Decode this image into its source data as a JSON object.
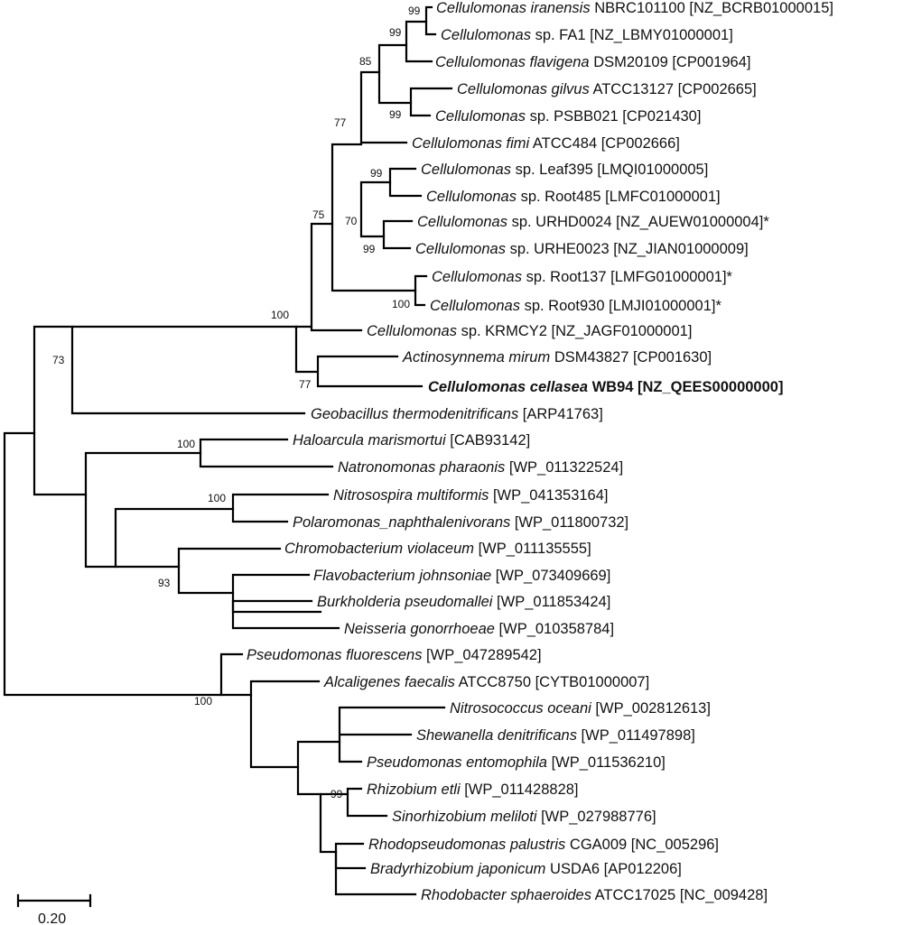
{
  "leaves": {
    "iranensis": {
      "genus": "Cellulomonas iranensis",
      "rest": "NBRC101100 [NZ_BCRB01000015]"
    },
    "fa1": {
      "genus": "Cellulomonas",
      "rest": "sp. FA1 [NZ_LBMY01000001]"
    },
    "flavigena": {
      "genus": "Cellulomonas flavigena",
      "rest": "DSM20109 [CP001964]"
    },
    "gilvus": {
      "genus": "Cellulomonas gilvus",
      "rest": "ATCC13127 [CP002665]"
    },
    "psbb021": {
      "genus": "Cellulomonas",
      "rest": "sp. PSBB021 [CP021430]"
    },
    "fimi": {
      "genus": "Cellulomonas fimi",
      "rest": "ATCC484 [CP002666]"
    },
    "leaf395": {
      "genus": "Cellulomonas",
      "rest": "sp. Leaf395 [LMQI01000005]"
    },
    "root485": {
      "genus": "Cellulomonas",
      "rest": "sp. Root485 [LMFC01000001]"
    },
    "urhd0024": {
      "genus": "Cellulomonas",
      "rest": "sp. URHD0024 [NZ_AUEW01000004]*"
    },
    "urhe0023": {
      "genus": "Cellulomonas",
      "rest": "sp. URHE0023 [NZ_JIAN01000009]"
    },
    "root137": {
      "genus": "Cellulomonas",
      "rest": "sp. Root137 [LMFG01000001]*"
    },
    "root930": {
      "genus": "Cellulomonas",
      "rest": "sp. Root930 [LMJI01000001]*"
    },
    "krmcy2": {
      "genus": "Cellulomonas",
      "rest": "sp. KRMCY2 [NZ_JAGF01000001]"
    },
    "actino": {
      "genus": "Actinosynnema mirum",
      "rest": "DSM43827 [CP001630]"
    },
    "wb94": {
      "genus": "Cellulomonas cellasea",
      "rest": "WB94 [NZ_QEES00000000]"
    },
    "geobac": {
      "genus": "Geobacillus thermodenitrificans",
      "rest": "[ARP41763]"
    },
    "haloarcula": {
      "genus": "Haloarcula marismortui",
      "rest": "[CAB93142]"
    },
    "natrono": {
      "genus": "Natronomonas pharaonis",
      "rest": "[WP_011322524]"
    },
    "nitrosospira": {
      "genus": "Nitrosospira multiformis",
      "rest": "[WP_041353164]"
    },
    "polaromonas": {
      "genus": "Polaromonas_naphthalenivorans",
      "rest": "[WP_011800732]"
    },
    "chromo": {
      "genus": "Chromobacterium violaceum",
      "rest": "[WP_011135555]"
    },
    "flavo": {
      "genus": "Flavobacterium johnsoniae",
      "rest": "[WP_073409669]"
    },
    "burk": {
      "genus": "Burkholderia pseudomallei",
      "rest": "[WP_011853424]"
    },
    "neisseria": {
      "genus": "Neisseria gonorrhoeae",
      "rest": "[WP_010358784]"
    },
    "psfluor": {
      "genus": "Pseudomonas fluorescens",
      "rest": "[WP_047289542]"
    },
    "alcali": {
      "genus": "Alcaligenes faecalis",
      "rest": "ATCC8750 [CYTB01000007]"
    },
    "nitrosococcus": {
      "genus": "Nitrosococcus oceani",
      "rest": "[WP_002812613]"
    },
    "shewanella": {
      "genus": "Shewanella denitrificans",
      "rest": "[WP_011497898]"
    },
    "psento": {
      "genus": "Pseudomonas entomophila",
      "rest": "[WP_011536210]"
    },
    "rhizobium": {
      "genus": "Rhizobium etli",
      "rest": "[WP_011428828]"
    },
    "sinorhizo": {
      "genus": "Sinorhizobium meliloti",
      "rest": "[WP_027988776]"
    },
    "rhodopseudo": {
      "genus": "Rhodopseudomonas palustris",
      "rest": "CGA009 [NC_005296]"
    },
    "bradyrhizo": {
      "genus": "Bradyrhizobium japonicum",
      "rest": "USDA6 [AP012206]"
    },
    "rhodobacter": {
      "genus": "Rhodobacter sphaeroides",
      "rest": "ATCC17025 [NC_009428]"
    }
  },
  "support": {
    "s99a": "99",
    "s99b": "99",
    "s85": "85",
    "s99c": "99",
    "s77a": "77",
    "s99d": "99",
    "s70": "70",
    "s99e": "99",
    "s75": "75",
    "s100a": "100",
    "s100b": "100",
    "s77b": "77",
    "s73": "73",
    "s100c": "100",
    "s100d": "100",
    "s93": "93",
    "s100e": "100",
    "s99f": "99"
  },
  "scale": {
    "label": "0.20",
    "value": 0.2
  }
}
